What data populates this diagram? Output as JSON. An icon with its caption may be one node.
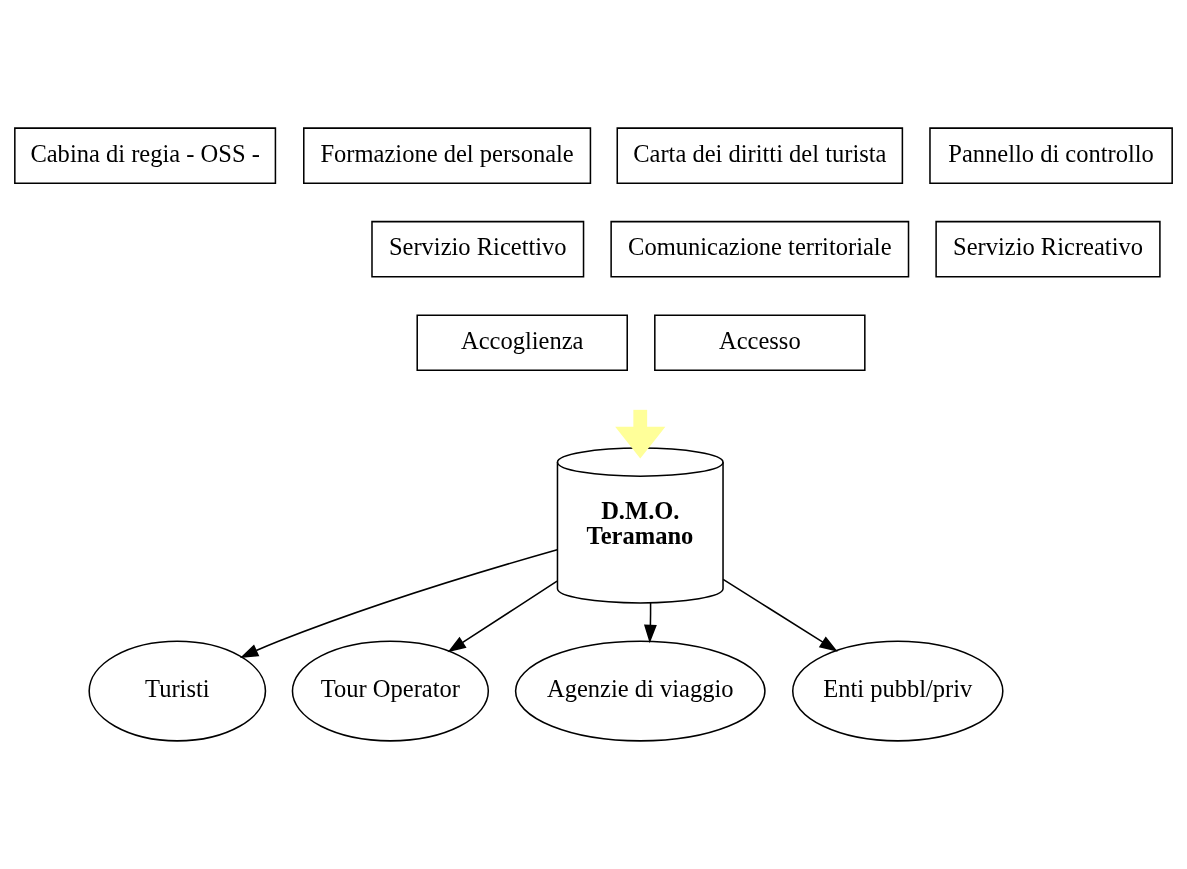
{
  "diagram": {
    "nodes": [
      {
        "text": [
          "Cabina di regia - OSS -"
        ]
      },
      {
        "text": [
          "Formazione del personale"
        ]
      },
      {
        "text": [
          "Carta dei diritti del turista"
        ]
      },
      {
        "text": [
          "Pannello di controllo"
        ]
      },
      {
        "text": [
          "Servizio Ricettivo"
        ]
      },
      {
        "text": [
          "Comunicazione territoriale"
        ]
      },
      {
        "text": [
          "Servizio Ricreativo"
        ]
      },
      {
        "text": [
          "Accoglienza"
        ]
      },
      {
        "text": [
          "Accesso"
        ]
      },
      {
        "text": [
          "D.M.O. Teramano"
        ]
      },
      {
        "text": [
          "Turisti"
        ]
      },
      {
        "text": [
          "Tour Operator"
        ]
      },
      {
        "text": [
          "Agenzie di viaggio"
        ]
      },
      {
        "text": [
          "Enti pubbl/priv"
        ]
      }
    ],
    "edges": [
      {
        "from": null,
        "to": 9,
        "arrow": "to",
        "style": "thick",
        "color": "#ffff99"
      },
      {
        "from": 9,
        "to": 10,
        "arrow": "to"
      },
      {
        "from": 9,
        "to": 11,
        "arrow": "to"
      },
      {
        "from": 9,
        "to": 12,
        "arrow": "to"
      },
      {
        "from": 9,
        "to": 13,
        "arrow": "to"
      }
    ]
  }
}
